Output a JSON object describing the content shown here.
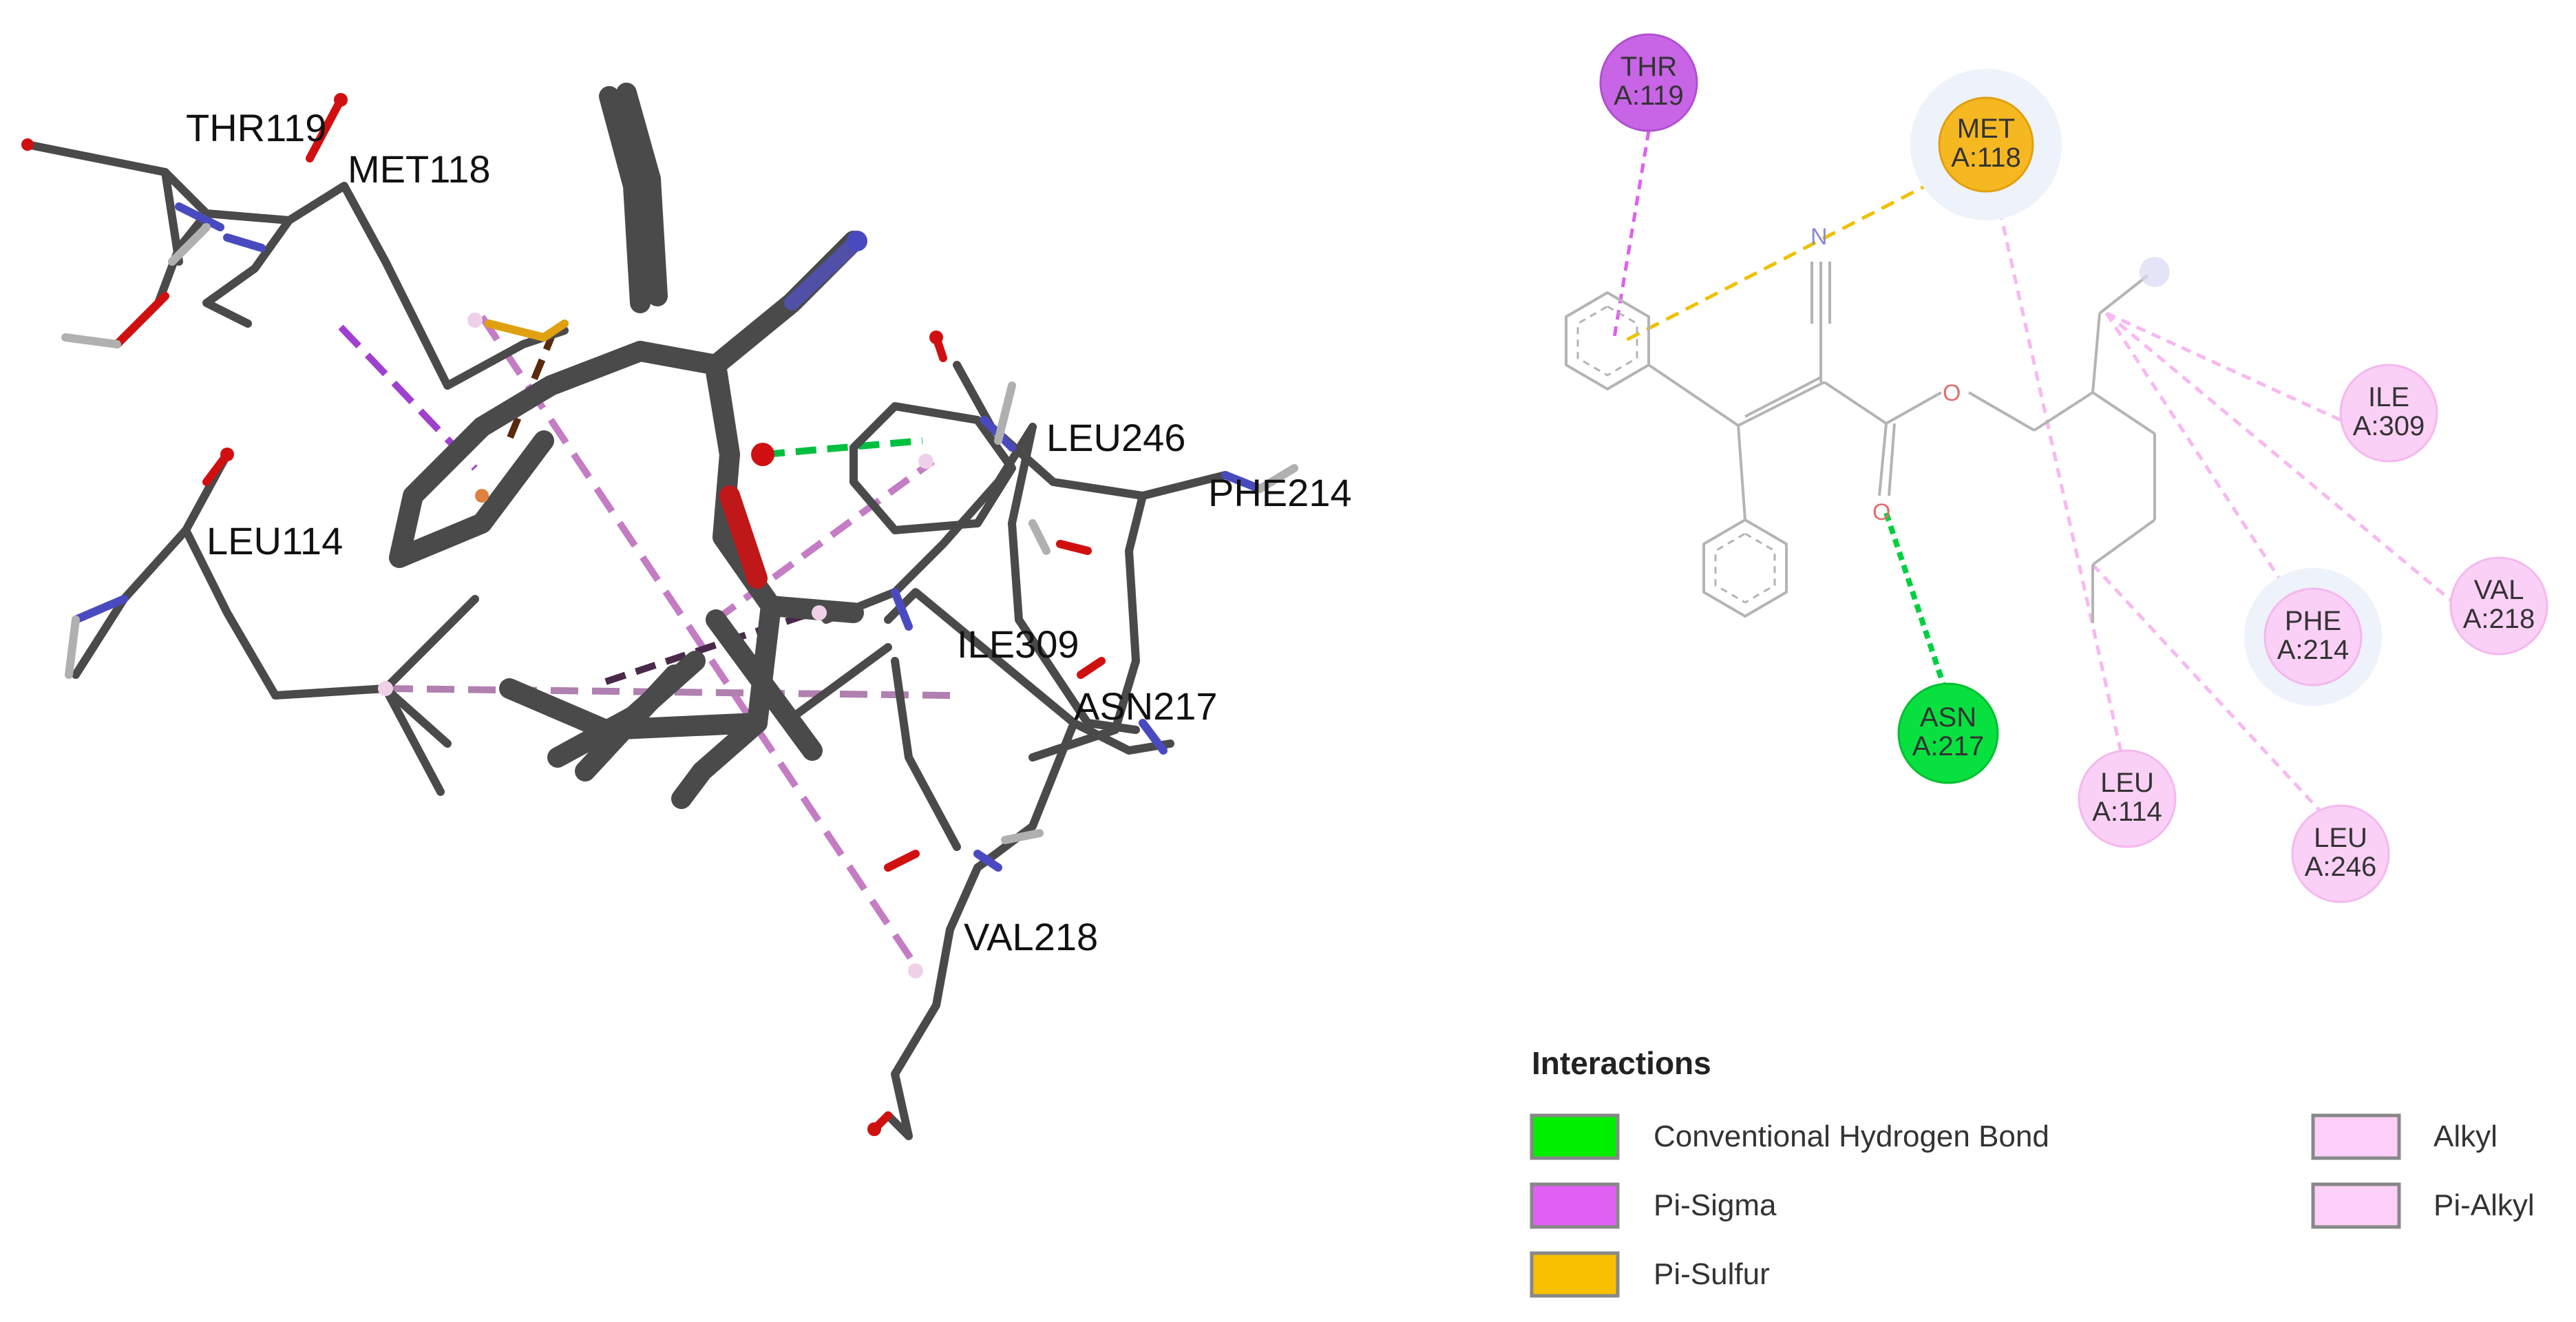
{
  "colors": {
    "stick": "#4a4a4a",
    "oxygen": "#d01010",
    "nitrogen": "#4a4ac0",
    "sulfur": "#e0a010",
    "hydrogen": "#b8b8b8",
    "hbond": "#00e040",
    "pi_sigma": "#d060f0",
    "pi_sulfur": "#f8c000",
    "alkyl": "#f6c2f2",
    "pi_alkyl": "#f0a8ee"
  },
  "view3d": {
    "labels": {
      "thr119": "THR119",
      "met118": "MET118",
      "leu114": "LEU114",
      "leu246": "LEU246",
      "phe214": "PHE214",
      "ile309": "ILE309",
      "asn217": "ASN217",
      "val218": "VAL218"
    }
  },
  "diagram2d": {
    "residues": {
      "thr": [
        "THR",
        "A:119"
      ],
      "met": [
        "MET",
        "A:118"
      ],
      "ile": [
        "ILE",
        "A:309"
      ],
      "val": [
        "VAL",
        "A:218"
      ],
      "phe": [
        "PHE",
        "A:214"
      ],
      "asn": [
        "ASN",
        "A:217"
      ],
      "leu114": [
        "LEU",
        "A:114"
      ],
      "leu246": [
        "LEU",
        "A:246"
      ]
    },
    "atoms": {
      "n": "N",
      "o1": "O",
      "o2": "O"
    }
  },
  "legend": {
    "title": "Interactions",
    "items": {
      "hbond": "Conventional Hydrogen Bond",
      "pi_sigma": "Pi-Sigma",
      "pi_sulfur": "Pi-Sulfur",
      "alkyl": "Alkyl",
      "pi_alkyl": "Pi-Alkyl"
    }
  }
}
